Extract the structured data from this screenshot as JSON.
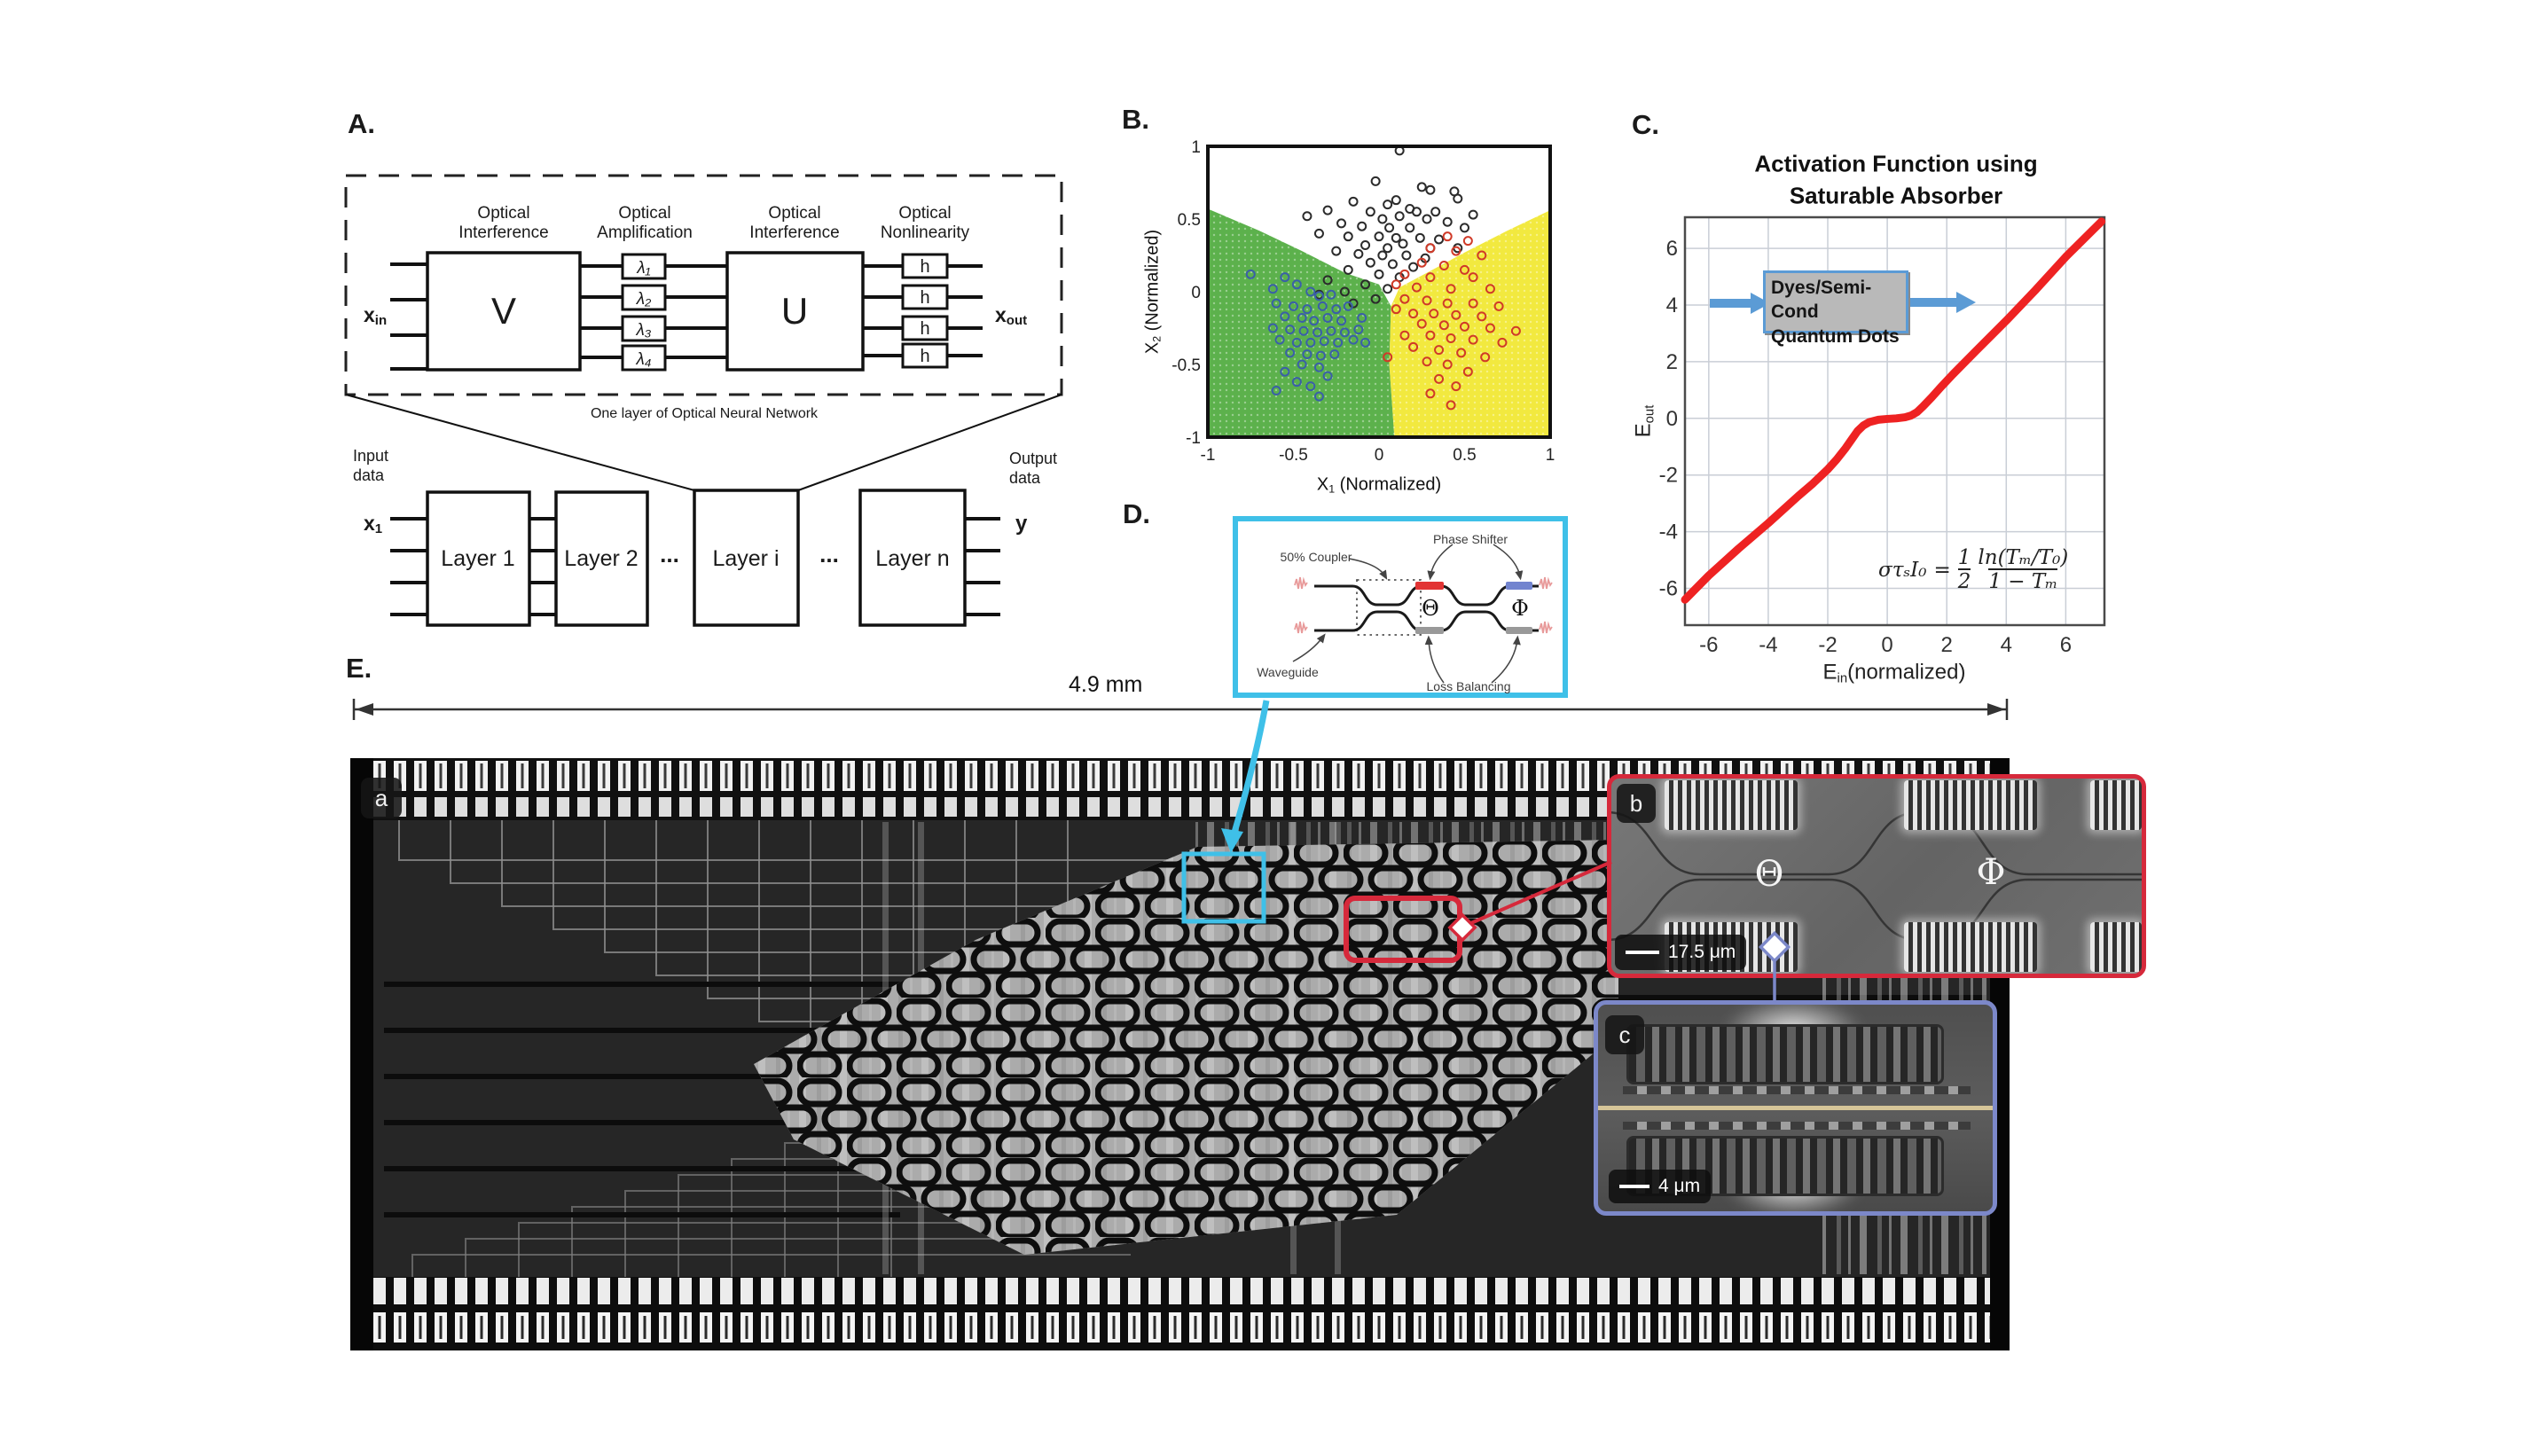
{
  "panel_a": {
    "label": "A.",
    "stages": [
      {
        "l1": "Optical",
        "l2": "Interference"
      },
      {
        "l1": "Optical",
        "l2": "Amplification"
      },
      {
        "l1": "Optical",
        "l2": "Interference"
      },
      {
        "l1": "Optical",
        "l2": "Nonlinearity"
      }
    ],
    "v": "V",
    "u": "U",
    "lambdas": [
      "λ₁",
      "λ₂",
      "λ₃",
      "λ₄"
    ],
    "h_boxes": [
      "h",
      "h",
      "h",
      "h"
    ],
    "x_in": "x",
    "x_in_sub": "in",
    "x_out": "x",
    "x_out_sub": "out",
    "caption": "One layer of Optical Neural Network",
    "input_l1": "Input",
    "input_l2": "data",
    "x1": "x",
    "x1_sub": "1",
    "layers": [
      "Layer 1",
      "Layer 2",
      "Layer i",
      "Layer n"
    ],
    "dots1": "...",
    "dots2": "...",
    "output_l1": "Output",
    "output_l2": "data",
    "y": "y"
  },
  "panel_b": {
    "label": "B.",
    "xlabel_main": "X",
    "xlabel_sub": "1",
    "xlabel_rest": " (Normalized)",
    "ylabel_main": "X",
    "ylabel_sub": "2",
    "ylabel_rest": " (Normalized)"
  },
  "panel_c": {
    "label": "C.",
    "title_l1": "Activation Function using",
    "title_l2": "Saturable Absorber",
    "annotation_l1": "Dyes/Semi-Cond",
    "annotation_l2": "Quantum Dots",
    "ylabel_main": "E",
    "ylabel_sub": "out",
    "xlabel_main": "E",
    "xlabel_sub": "in",
    "xlabel_rest": "(normalized)",
    "formula": {
      "lhs": "στₛI₀",
      "eq": "=",
      "half_num": "1",
      "half_den": "2",
      "num": "ln(Tₘ/T₀)",
      "den": "1 − Tₘ"
    }
  },
  "panel_d": {
    "coupler": "50% Coupler",
    "phase_shifter": "Phase Shifter",
    "waveguide": "Waveguide",
    "loss_balancing": "Loss Balancing",
    "theta": "Θ",
    "phi": "Φ"
  },
  "panel_e": {
    "label": "E.",
    "dimension": "4.9 mm",
    "sub_a": "a",
    "sub_b": "b",
    "sub_c": "c",
    "theta": "Θ",
    "phi": "Φ",
    "scale_b": "17.5 μm",
    "scale_c": "4 μm"
  },
  "colors": {
    "cyan": "#3fc0e8",
    "red_inset": "#d6293b",
    "blue_inset": "#7c88c9",
    "curve_red": "#ee2222",
    "arrow_blue": "#5b9bd5",
    "region_green": "#5cb14c",
    "region_yellow": "#f2e93f",
    "pts_black": "#2b2b2b",
    "pts_blue": "#3a5fa8",
    "pts_red": "#d03a28"
  },
  "chart_data": [
    {
      "type": "scatter",
      "title": "",
      "xlabel": "X1 (Normalized)",
      "ylabel": "X2 (Normalized)",
      "xlim": [
        -1,
        1
      ],
      "ylim": [
        -1,
        1
      ],
      "xticks": [
        -1,
        -0.5,
        0,
        0.5,
        1
      ],
      "yticks": [
        -1,
        -0.5,
        0,
        0.5,
        1
      ],
      "grid": false,
      "legend": "none",
      "regions": [
        {
          "name": "class-green-region",
          "color": "#5cb14c",
          "polygon": [
            [
              -1,
              0.57
            ],
            [
              -0.7,
              0.42
            ],
            [
              -0.45,
              0.28
            ],
            [
              -0.2,
              0.13
            ],
            [
              0.0,
              0.05
            ],
            [
              0.07,
              -0.1
            ],
            [
              0.06,
              -0.5
            ],
            [
              0.09,
              -1
            ],
            [
              -1,
              -1
            ]
          ]
        },
        {
          "name": "class-yellow-region",
          "color": "#f2e93f",
          "polygon": [
            [
              1,
              0.56
            ],
            [
              0.75,
              0.42
            ],
            [
              0.5,
              0.27
            ],
            [
              0.28,
              0.13
            ],
            [
              0.12,
              0.03
            ],
            [
              0.07,
              -0.1
            ],
            [
              0.06,
              -0.5
            ],
            [
              0.09,
              -1
            ],
            [
              1,
              -1
            ]
          ]
        }
      ],
      "series": [
        {
          "name": "cluster-top-black",
          "color": "#2b2b2b",
          "marker": "open-circle",
          "points": [
            [
              0.12,
              0.97
            ],
            [
              -0.02,
              0.76
            ],
            [
              0.25,
              0.72
            ],
            [
              0.3,
              0.7
            ],
            [
              0.44,
              0.69
            ],
            [
              0.46,
              0.64
            ],
            [
              -0.15,
              0.62
            ],
            [
              0.05,
              0.6
            ],
            [
              0.1,
              0.63
            ],
            [
              0.18,
              0.57
            ],
            [
              -0.3,
              0.56
            ],
            [
              -0.05,
              0.55
            ],
            [
              0.22,
              0.55
            ],
            [
              0.33,
              0.55
            ],
            [
              0.55,
              0.53
            ],
            [
              -0.42,
              0.52
            ],
            [
              0.02,
              0.5
            ],
            [
              0.12,
              0.52
            ],
            [
              0.28,
              0.5
            ],
            [
              0.4,
              0.48
            ],
            [
              -0.22,
              0.47
            ],
            [
              -0.1,
              0.45
            ],
            [
              0.06,
              0.44
            ],
            [
              0.18,
              0.44
            ],
            [
              0.5,
              0.44
            ],
            [
              -0.35,
              0.4
            ],
            [
              -0.18,
              0.38
            ],
            [
              0.0,
              0.38
            ],
            [
              0.1,
              0.37
            ],
            [
              0.24,
              0.37
            ],
            [
              0.35,
              0.36
            ],
            [
              0.14,
              0.33
            ],
            [
              -0.08,
              0.32
            ],
            [
              0.05,
              0.3
            ],
            [
              0.3,
              0.3
            ],
            [
              0.46,
              0.3
            ],
            [
              -0.25,
              0.28
            ],
            [
              -0.12,
              0.26
            ],
            [
              0.02,
              0.25
            ],
            [
              0.16,
              0.25
            ],
            [
              0.27,
              0.23
            ],
            [
              -0.05,
              0.2
            ],
            [
              0.08,
              0.19
            ],
            [
              0.2,
              0.17
            ],
            [
              -0.18,
              0.15
            ],
            [
              0.0,
              0.12
            ],
            [
              0.12,
              0.1
            ],
            [
              -0.3,
              0.08
            ],
            [
              -0.08,
              0.05
            ],
            [
              0.05,
              0.02
            ],
            [
              -0.2,
              0.0
            ],
            [
              -0.02,
              -0.05
            ],
            [
              -0.35,
              -0.02
            ],
            [
              -0.15,
              -0.08
            ]
          ]
        },
        {
          "name": "cluster-left-blue",
          "color": "#3a5fa8",
          "marker": "open-circle",
          "points": [
            [
              -0.75,
              0.12
            ],
            [
              -0.55,
              0.1
            ],
            [
              -0.62,
              0.02
            ],
            [
              -0.48,
              0.05
            ],
            [
              -0.4,
              0.0
            ],
            [
              -0.35,
              -0.03
            ],
            [
              -0.28,
              -0.02
            ],
            [
              -0.6,
              -0.08
            ],
            [
              -0.5,
              -0.1
            ],
            [
              -0.42,
              -0.12
            ],
            [
              -0.33,
              -0.1
            ],
            [
              -0.25,
              -0.12
            ],
            [
              -0.18,
              -0.1
            ],
            [
              -0.55,
              -0.17
            ],
            [
              -0.45,
              -0.18
            ],
            [
              -0.38,
              -0.2
            ],
            [
              -0.3,
              -0.18
            ],
            [
              -0.22,
              -0.2
            ],
            [
              -0.62,
              -0.25
            ],
            [
              -0.52,
              -0.26
            ],
            [
              -0.44,
              -0.27
            ],
            [
              -0.36,
              -0.28
            ],
            [
              -0.28,
              -0.27
            ],
            [
              -0.2,
              -0.28
            ],
            [
              -0.12,
              -0.26
            ],
            [
              -0.58,
              -0.33
            ],
            [
              -0.48,
              -0.35
            ],
            [
              -0.4,
              -0.35
            ],
            [
              -0.32,
              -0.34
            ],
            [
              -0.24,
              -0.35
            ],
            [
              -0.15,
              -0.33
            ],
            [
              -0.52,
              -0.42
            ],
            [
              -0.42,
              -0.43
            ],
            [
              -0.34,
              -0.44
            ],
            [
              -0.26,
              -0.43
            ],
            [
              -0.45,
              -0.5
            ],
            [
              -0.35,
              -0.52
            ],
            [
              -0.55,
              -0.55
            ],
            [
              -0.3,
              -0.58
            ],
            [
              -0.48,
              -0.62
            ],
            [
              -0.4,
              -0.65
            ],
            [
              -0.6,
              -0.68
            ],
            [
              -0.35,
              -0.72
            ],
            [
              -0.1,
              -0.18
            ],
            [
              -0.08,
              -0.35
            ]
          ]
        },
        {
          "name": "cluster-right-red",
          "color": "#d03a28",
          "marker": "open-circle",
          "points": [
            [
              0.4,
              0.38
            ],
            [
              0.52,
              0.35
            ],
            [
              0.3,
              0.3
            ],
            [
              0.45,
              0.28
            ],
            [
              0.6,
              0.25
            ],
            [
              0.25,
              0.2
            ],
            [
              0.38,
              0.18
            ],
            [
              0.5,
              0.15
            ],
            [
              0.15,
              0.12
            ],
            [
              0.3,
              0.1
            ],
            [
              0.55,
              0.1
            ],
            [
              0.1,
              0.05
            ],
            [
              0.22,
              0.03
            ],
            [
              0.42,
              0.02
            ],
            [
              0.65,
              0.02
            ],
            [
              0.15,
              -0.05
            ],
            [
              0.28,
              -0.06
            ],
            [
              0.4,
              -0.08
            ],
            [
              0.55,
              -0.08
            ],
            [
              0.7,
              -0.1
            ],
            [
              0.1,
              -0.12
            ],
            [
              0.2,
              -0.15
            ],
            [
              0.32,
              -0.15
            ],
            [
              0.45,
              -0.16
            ],
            [
              0.6,
              -0.17
            ],
            [
              0.25,
              -0.22
            ],
            [
              0.38,
              -0.23
            ],
            [
              0.5,
              -0.24
            ],
            [
              0.65,
              -0.25
            ],
            [
              0.8,
              -0.27
            ],
            [
              0.15,
              -0.3
            ],
            [
              0.3,
              -0.3
            ],
            [
              0.42,
              -0.32
            ],
            [
              0.55,
              -0.33
            ],
            [
              0.72,
              -0.35
            ],
            [
              0.2,
              -0.38
            ],
            [
              0.35,
              -0.4
            ],
            [
              0.48,
              -0.42
            ],
            [
              0.62,
              -0.45
            ],
            [
              0.28,
              -0.48
            ],
            [
              0.4,
              -0.5
            ],
            [
              0.52,
              -0.55
            ],
            [
              0.35,
              -0.6
            ],
            [
              0.45,
              -0.65
            ],
            [
              0.3,
              -0.7
            ],
            [
              0.42,
              -0.78
            ],
            [
              0.05,
              -0.45
            ]
          ]
        }
      ]
    },
    {
      "type": "line",
      "title": "Activation Function using Saturable Absorber",
      "xlabel": "Ein (normalized)",
      "ylabel": "Eout",
      "xlim": [
        -6.8,
        7.3
      ],
      "ylim": [
        -7.3,
        7.1
      ],
      "xticks": [
        -6,
        -4,
        -2,
        0,
        2,
        4,
        6
      ],
      "yticks": [
        -6,
        -4,
        -2,
        0,
        2,
        4,
        6
      ],
      "grid": true,
      "legend": "none",
      "annotation": "Dyes/Semi-Cond Quantum Dots",
      "formula": "σrole τs I0 = (1/2)·ln(Tm/T0)/(1−Tm)",
      "series": [
        {
          "name": "saturable-absorber-response",
          "color": "#ee2222",
          "points": [
            [
              -6.8,
              -6.4
            ],
            [
              -6,
              -5.55
            ],
            [
              -5,
              -4.6
            ],
            [
              -4,
              -3.7
            ],
            [
              -3,
              -2.75
            ],
            [
              -2.5,
              -2.3
            ],
            [
              -2,
              -1.8
            ],
            [
              -1.7,
              -1.45
            ],
            [
              -1.4,
              -1.05
            ],
            [
              -1.2,
              -0.75
            ],
            [
              -1.0,
              -0.45
            ],
            [
              -0.8,
              -0.25
            ],
            [
              -0.6,
              -0.13
            ],
            [
              -0.3,
              -0.05
            ],
            [
              0,
              -0.02
            ],
            [
              0.3,
              0.0
            ],
            [
              0.6,
              0.04
            ],
            [
              0.8,
              0.1
            ],
            [
              1.0,
              0.22
            ],
            [
              1.2,
              0.42
            ],
            [
              1.5,
              0.75
            ],
            [
              1.8,
              1.1
            ],
            [
              2.2,
              1.55
            ],
            [
              3,
              2.4
            ],
            [
              4,
              3.45
            ],
            [
              5,
              4.55
            ],
            [
              6,
              5.7
            ],
            [
              7.2,
              6.95
            ]
          ]
        }
      ]
    }
  ]
}
